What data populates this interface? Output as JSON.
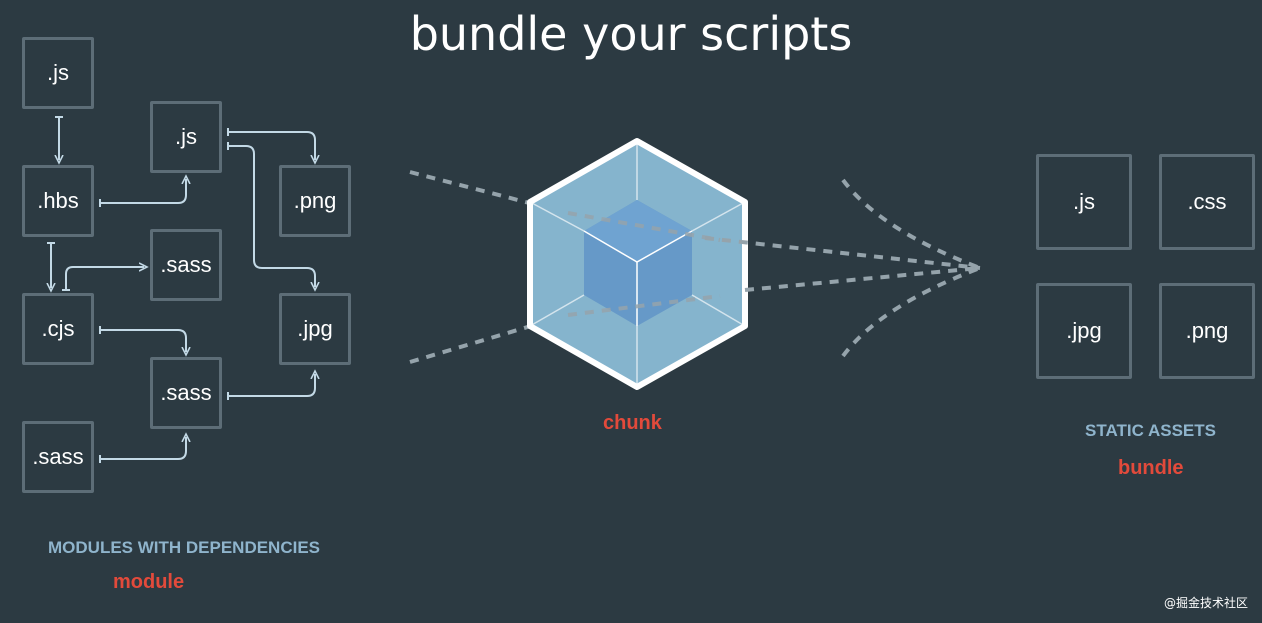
{
  "title": "bundle your scripts",
  "modules": {
    "nodes": [
      {
        "id": "js-top",
        "label": ".js"
      },
      {
        "id": "js-mid",
        "label": ".js"
      },
      {
        "id": "png",
        "label": ".png"
      },
      {
        "id": "hbs",
        "label": ".hbs"
      },
      {
        "id": "sass-1",
        "label": ".sass"
      },
      {
        "id": "cjs",
        "label": ".cjs"
      },
      {
        "id": "jpg",
        "label": ".jpg"
      },
      {
        "id": "sass-2",
        "label": ".sass"
      },
      {
        "id": "sass-3",
        "label": ".sass"
      }
    ],
    "caption": "MODULES WITH DEPENDENCIES",
    "term": "module"
  },
  "chunk": {
    "term": "chunk",
    "colors": {
      "outer": "#85b4cd",
      "inner": "#6699c8",
      "border": "#ffffff"
    }
  },
  "assets": {
    "items": [
      {
        "id": "asset-js",
        "label": ".js"
      },
      {
        "id": "asset-css",
        "label": ".css"
      },
      {
        "id": "asset-jpg",
        "label": ".jpg"
      },
      {
        "id": "asset-png",
        "label": ".png"
      }
    ],
    "caption": "STATIC ASSETS",
    "term": "bundle"
  },
  "watermark": "@掘金技术社区",
  "colors": {
    "background": "#2c3a42",
    "box_border": "#5d6d77",
    "connector": "#c3d9e6",
    "caption": "#8fb4cc",
    "accent": "#e24a3b"
  }
}
